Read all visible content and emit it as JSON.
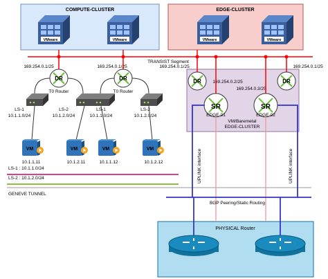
{
  "clusters": {
    "compute_title": "COMPUTE-CLUSTER",
    "edge_title": "EDGE-CLUSTER",
    "edge_vm_title": "VM/Baremetal",
    "edge_vm_title2": "EDGE-CLUSTER",
    "physical_title": "PHYSICAL Router"
  },
  "server_logo": "VMware",
  "transit": {
    "label": "TRANSIST Segment",
    "ip_left": "169.254.0.1/25",
    "ip_mid": "169.254.0.1/25",
    "ip_edge_dr": "169.254.0.1/25",
    "ip_right": "169.254.0.1/25",
    "ip_sr1": "169.254.0.2/25",
    "ip_sr2": "169.254.0.3/25"
  },
  "routers": {
    "dr_label": "DR",
    "sr_label": "SR",
    "t0_label": "T0 Router",
    "edge1": "EDGE-01",
    "edge2": "EDGE-02"
  },
  "logical_switches": [
    {
      "name": "LS-1",
      "subnet": "10.1.1.0/24"
    },
    {
      "name": "LS-2",
      "subnet": "10.1.2.0/24"
    },
    {
      "name": "LS-1",
      "subnet": "10.1.1.0/24"
    },
    {
      "name": "LS-2",
      "subnet": "10.1.2.0/24"
    }
  ],
  "vms": [
    {
      "label": "VM",
      "ip": "10.1.1.11"
    },
    {
      "label": "VM",
      "ip": "10.1.2.11"
    },
    {
      "label": "VM",
      "ip": "10.1.1.12"
    },
    {
      "label": "VM",
      "ip": "10.1.2.12"
    }
  ],
  "legend": {
    "ls1": "LS-1 : 10.1.1.0/24",
    "ls2": "LS-2 : 10.1.2.0/24",
    "geneve": "GENEVE TUNNEL"
  },
  "uplink": {
    "left": "UPLINK interface",
    "right": "UPLINK interface",
    "bgp": "BGP Peering/Static Routing"
  },
  "colors": {
    "compute_bg": "#dae8fc",
    "edge_bg": "#f8cecc",
    "edge_vm_bg": "#e1d5e7",
    "physical_bg": "#b1ddf0",
    "transit_line": "#ff0000",
    "uplink_line": "#3333cc",
    "router_blue": "#10739e",
    "ls1_line": "#cc0066",
    "ls2_line": "#66aa00"
  }
}
